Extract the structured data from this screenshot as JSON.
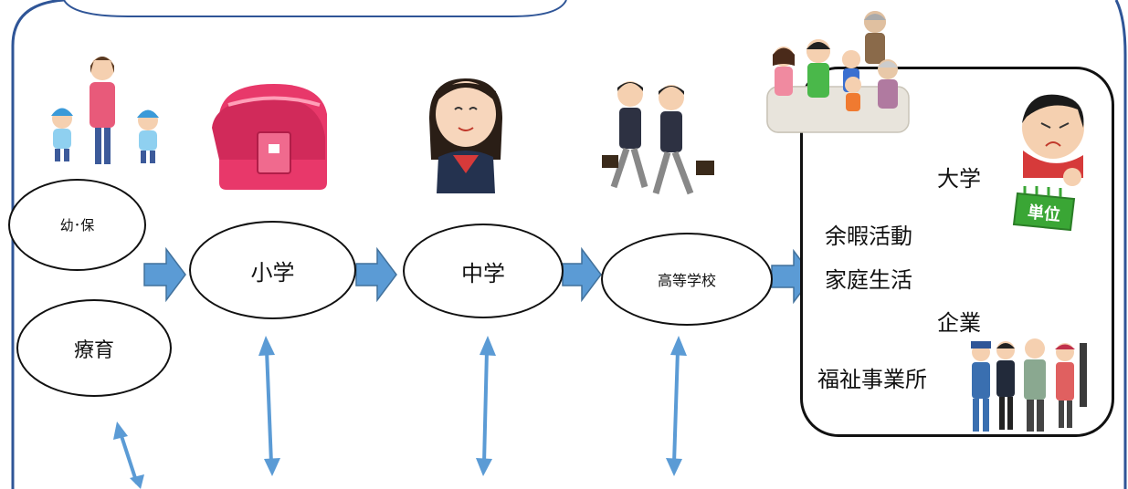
{
  "nodes": {
    "kindergarten": "幼･保",
    "therapy": "療育",
    "elementary": "小学",
    "junior_high": "中学",
    "high_school": "高等学校"
  },
  "outcomes": {
    "university": "大学",
    "leisure": "余暇活動",
    "home_life": "家庭生活",
    "company": "企業",
    "welfare_office": "福祉事業所",
    "credit_sign": "単位"
  },
  "colors": {
    "arrow_fill": "#5b9bd5",
    "arrow_stroke": "#41719c",
    "outline": "#111111",
    "credit_sign": "#3aa635"
  }
}
